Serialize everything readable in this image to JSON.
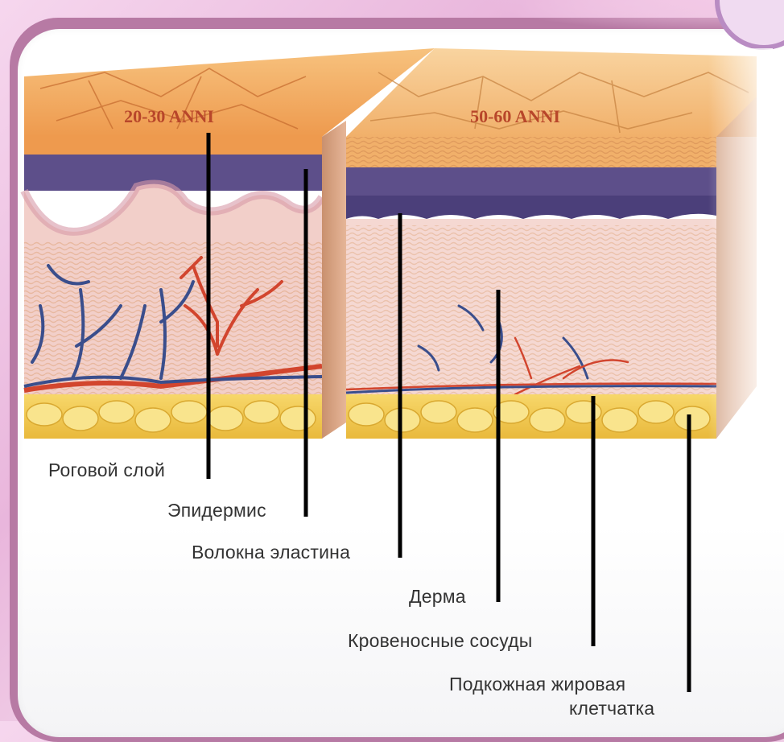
{
  "panels": {
    "young_label": "20-30 ANNI",
    "old_label": "50-60 ANNI"
  },
  "labels": {
    "stratum_corneum": "Роговой слой",
    "epidermis": "Эпидермис",
    "elastin_fibers": "Волокна эластина",
    "dermis": "Дерма",
    "blood_vessels": "Кровеносные сосуды",
    "subcutaneous_fat_line1": "Подкожная жировая",
    "subcutaneous_fat_line2": "клетчатка"
  },
  "colors": {
    "frame": "#b77aa4",
    "epidermis": "#5d4f8a",
    "dermis": "#f2cfc9",
    "fat": "#f2c94c",
    "vein": "#3a4e8c",
    "artery": "#d2452e",
    "leader": "#000000"
  }
}
